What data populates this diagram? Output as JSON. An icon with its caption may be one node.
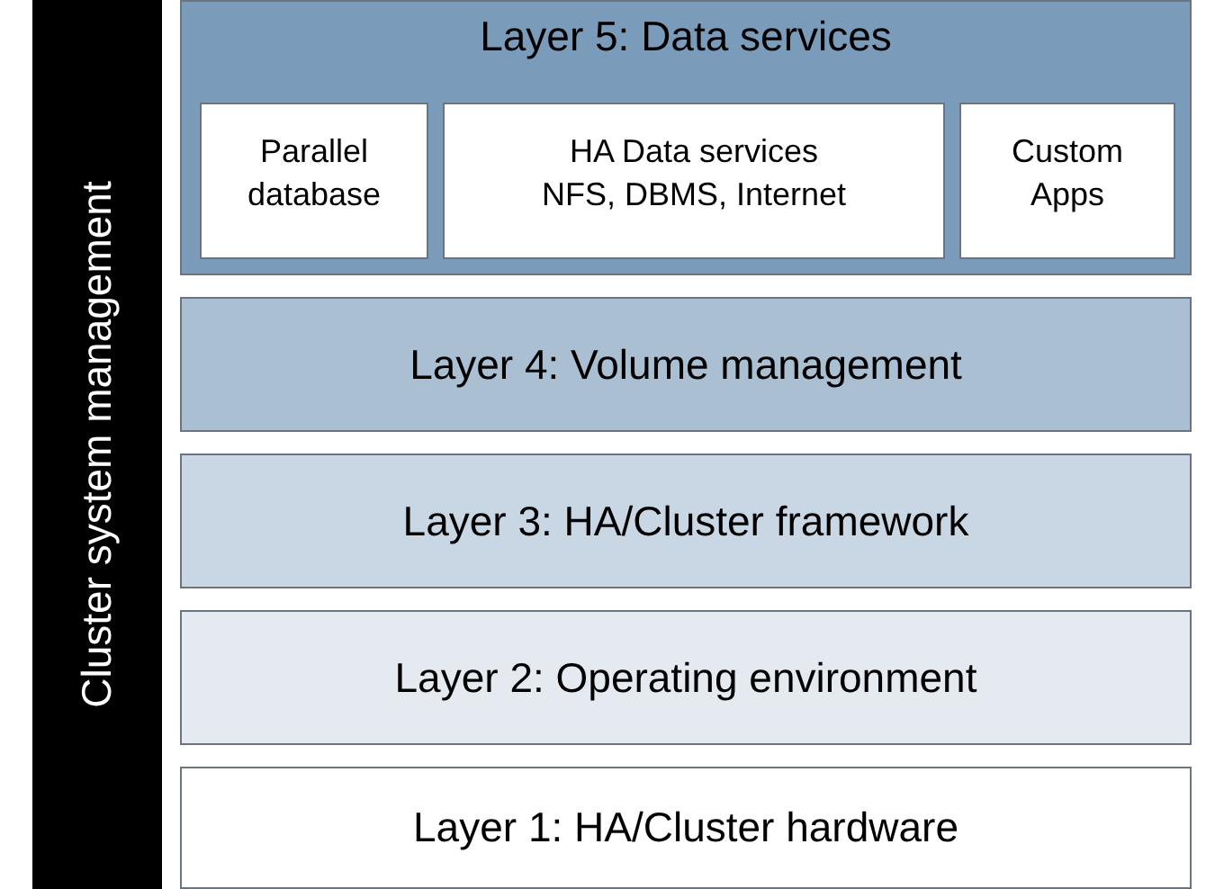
{
  "diagram": {
    "nodes": [
      {
        "text": [
          "Cluster system management"
        ]
      },
      {
        "text": [
          "Layer 5: Data services"
        ]
      },
      {
        "text": [
          "Parallel database"
        ],
        "in": 1
      },
      {
        "text": [
          "HA Data services NFS, DBMS, Internet"
        ],
        "in": 1
      },
      {
        "text": [
          "Custom Apps"
        ],
        "in": 1
      },
      {
        "text": [
          "Layer 4: Volume management"
        ]
      },
      {
        "text": [
          "Layer 3: HA/Cluster framework"
        ]
      },
      {
        "text": [
          "Layer 2: Operating environment"
        ]
      },
      {
        "text": [
          "Layer 1: HA/Cluster hardware"
        ]
      }
    ]
  }
}
